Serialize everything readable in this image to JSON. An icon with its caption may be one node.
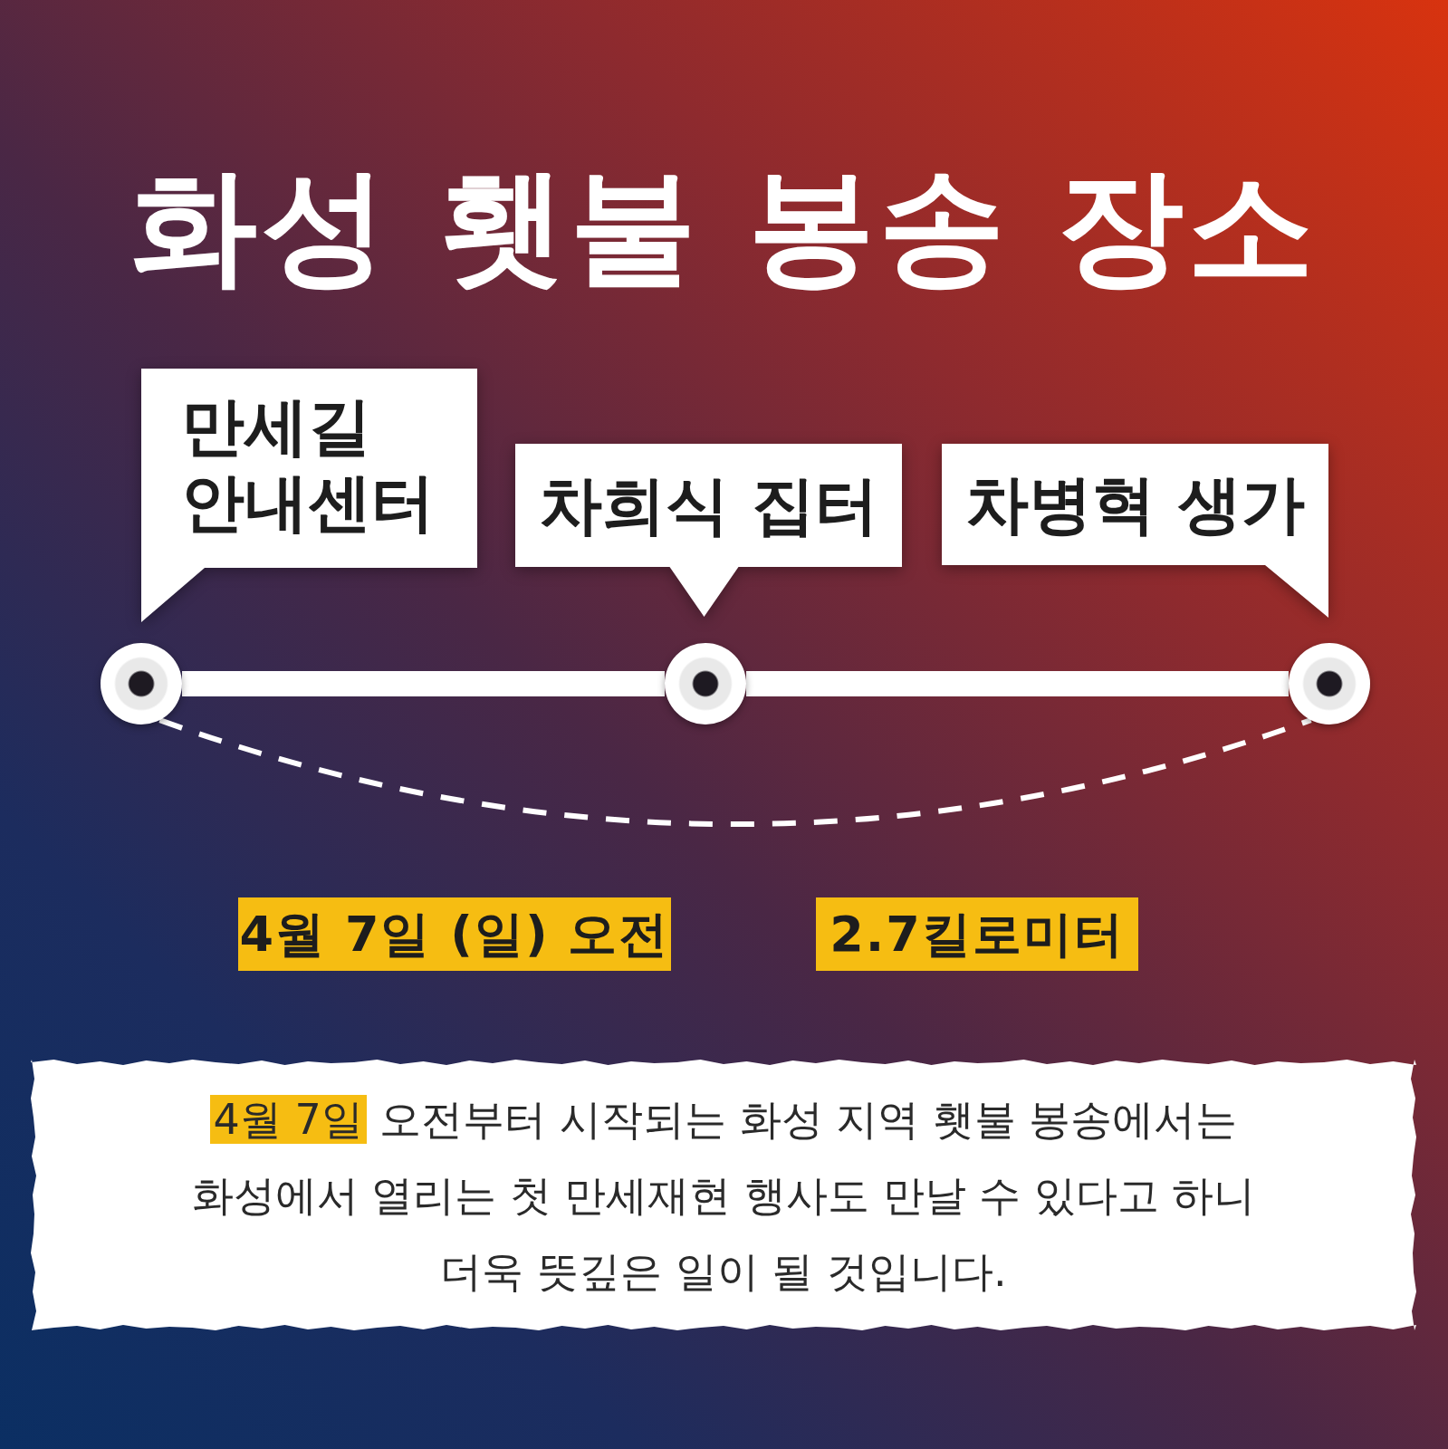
{
  "diagram": {
    "title": "화성 횃불 봉송 장소",
    "nodes": [
      {
        "text": [
          "만세길 안내센터"
        ]
      },
      {
        "text": [
          "차희식 집터"
        ]
      },
      {
        "text": [
          "차병혁 생가"
        ]
      },
      {
        "text": [],
        "shape": "circle"
      },
      {
        "text": [],
        "shape": "circle"
      },
      {
        "text": [],
        "shape": "circle"
      },
      {
        "text": [
          "4월 7일 (일) 오전"
        ]
      },
      {
        "text": [
          "2.7킬로미터"
        ]
      },
      {
        "text": [
          "4월 7일",
          "오전부터 시작되는 화성 지역 횃불 봉송에서는 화성에서 열리는 첫 만세재현 행사도 만날 수 있다고 하니 더욱 뜻깊은 일이 될 것입니다."
        ]
      }
    ],
    "edges": [
      {
        "from": 3,
        "to": 4,
        "arrow": "none"
      },
      {
        "from": 4,
        "to": 5,
        "arrow": "none"
      },
      {
        "from": 3,
        "to": 5,
        "arrow": "none",
        "style": "dashed"
      }
    ]
  }
}
